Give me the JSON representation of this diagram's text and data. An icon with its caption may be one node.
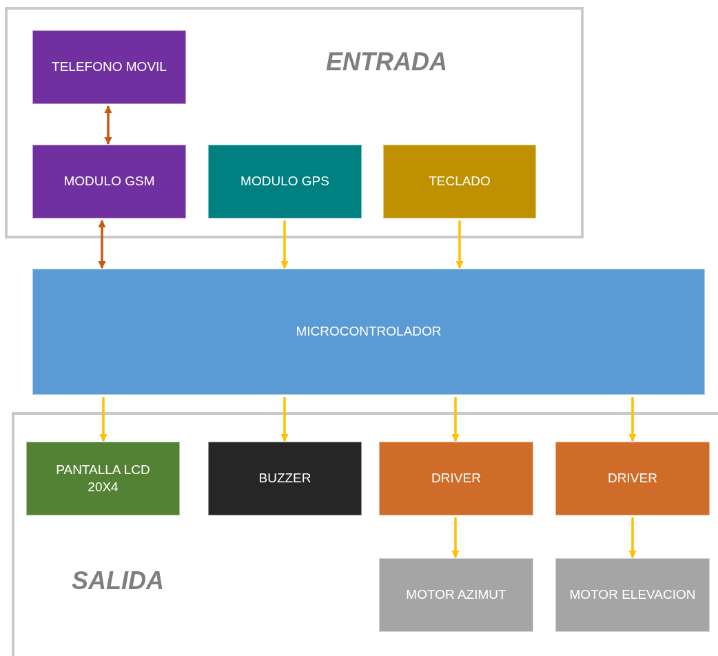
{
  "diagram": {
    "nodes": [
      {
        "text": [
          "ENTRADA"
        ]
      },
      {
        "text": [
          "TELEFONO MOVIL"
        ],
        "in": 0
      },
      {
        "text": [
          "MODULO GSM"
        ],
        "in": 0
      },
      {
        "text": [
          "MODULO GPS"
        ],
        "in": 0
      },
      {
        "text": [
          "TECLADO"
        ],
        "in": 0
      },
      {
        "text": [
          "MICROCONTROLADOR"
        ]
      },
      {
        "text": [
          "SALIDA"
        ]
      },
      {
        "text": [
          "PANTALLA LCD 20X4"
        ],
        "in": 6
      },
      {
        "text": [
          "BUZZER"
        ],
        "in": 6
      },
      {
        "text": [
          "DRIVER"
        ],
        "in": 6
      },
      {
        "text": [
          "DRIVER"
        ],
        "in": 6
      },
      {
        "text": [
          "MOTOR AZIMUT"
        ],
        "in": 6
      },
      {
        "text": [
          "MOTOR ELEVACION"
        ],
        "in": 6
      }
    ],
    "edges": [
      {
        "from": 1,
        "to": 2,
        "arrow": "both",
        "color": "#c55a11"
      },
      {
        "from": 2,
        "to": 5,
        "arrow": "both",
        "color": "#c55a11"
      },
      {
        "from": 3,
        "to": 5,
        "arrow": "to"
      },
      {
        "from": 4,
        "to": 5,
        "arrow": "to"
      },
      {
        "from": 5,
        "to": 7,
        "arrow": "to"
      },
      {
        "from": 5,
        "to": 8,
        "arrow": "to"
      },
      {
        "from": 5,
        "to": 9,
        "arrow": "to"
      },
      {
        "from": 5,
        "to": 10,
        "arrow": "to"
      },
      {
        "from": 9,
        "to": 11,
        "arrow": "to"
      },
      {
        "from": 10,
        "to": 12,
        "arrow": "to"
      }
    ]
  }
}
